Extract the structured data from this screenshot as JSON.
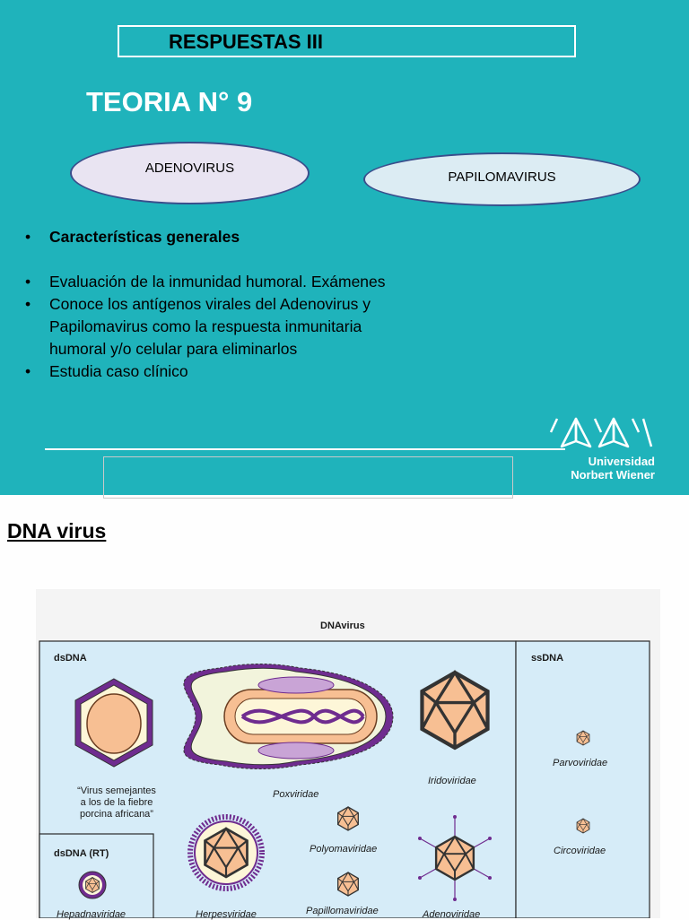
{
  "slide": {
    "title": "RESPUESTAS III",
    "subtitle": "TEORIA  N° 9",
    "ellipses": [
      "ADENOVIRUS",
      "PAPILOMAVIRUS"
    ],
    "bullets": [
      "Características generales",
      "Evaluación de la inmunidad humoral. Exámenes",
      "Conoce los antígenos virales del Adenovirus y",
      "Papilomavirus como la respuesta inmunitaria",
      "humoral y/o celular para eliminarlos",
      " Estudia caso clínico"
    ],
    "bullet_symbol": "•",
    "logo": {
      "line1": "Universidad",
      "line2": "Norbert Wiener"
    },
    "colors": {
      "background": "#1fb3bb",
      "ellipse1": "#e9e4f2",
      "ellipse2": "#dcecf3"
    }
  },
  "section_heading": "DNA virus",
  "figure": {
    "title": "DNAvirus",
    "groups": {
      "dsdna": "dsDNA",
      "ssdna": "ssDNA",
      "dsdna_rt": "dsDNA (RT)"
    },
    "families": {
      "asfar_line1": "“Virus semejantes",
      "asfar_line2": "a los de la fiebre",
      "asfar_line3": "porcina africana”",
      "poxviridae": "Poxviridae",
      "iridoviridae": "Iridoviridae",
      "parvoviridae": "Parvoviridae",
      "circoviridae": "Circoviridae",
      "polyomaviridae": "Polyomaviridae",
      "papillomaviridae": "Papillomaviridae",
      "hepadnaviridae": "Hepadnaviridae",
      "herpesviridae": "Herpesviridae",
      "adenoviridae": "Adenoviridae"
    },
    "colors": {
      "panel": "#d6ecf8",
      "capsid": "#f7bf93",
      "envelope": "#6f2c8f"
    }
  }
}
